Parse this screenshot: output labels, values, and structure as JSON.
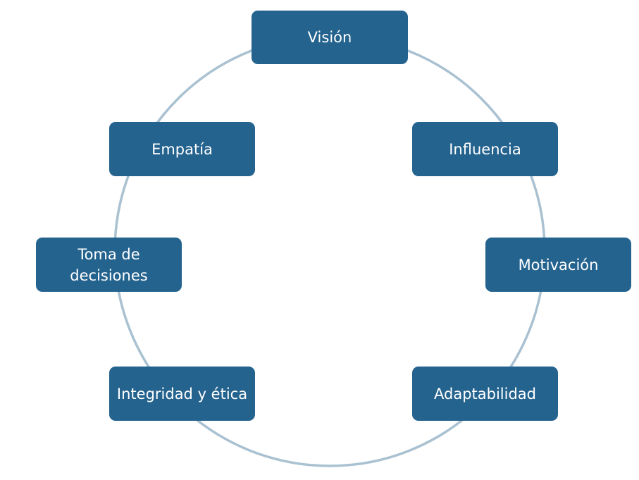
{
  "diagram": {
    "type": "cycle",
    "colors": {
      "node_fill": "#25638f",
      "node_text": "#ffffff",
      "ring": "#a9c1d1"
    },
    "nodes": [
      {
        "id": "vision",
        "label": "Visión"
      },
      {
        "id": "influencia",
        "label": "Influencia"
      },
      {
        "id": "motivacion",
        "label": "Motivación"
      },
      {
        "id": "adaptabilidad",
        "label": "Adaptabilidad"
      },
      {
        "id": "integridad",
        "label": "Integridad y ética"
      },
      {
        "id": "toma-decisiones",
        "label": "Toma de decisiones"
      },
      {
        "id": "empatia",
        "label": "Empatía"
      }
    ]
  }
}
